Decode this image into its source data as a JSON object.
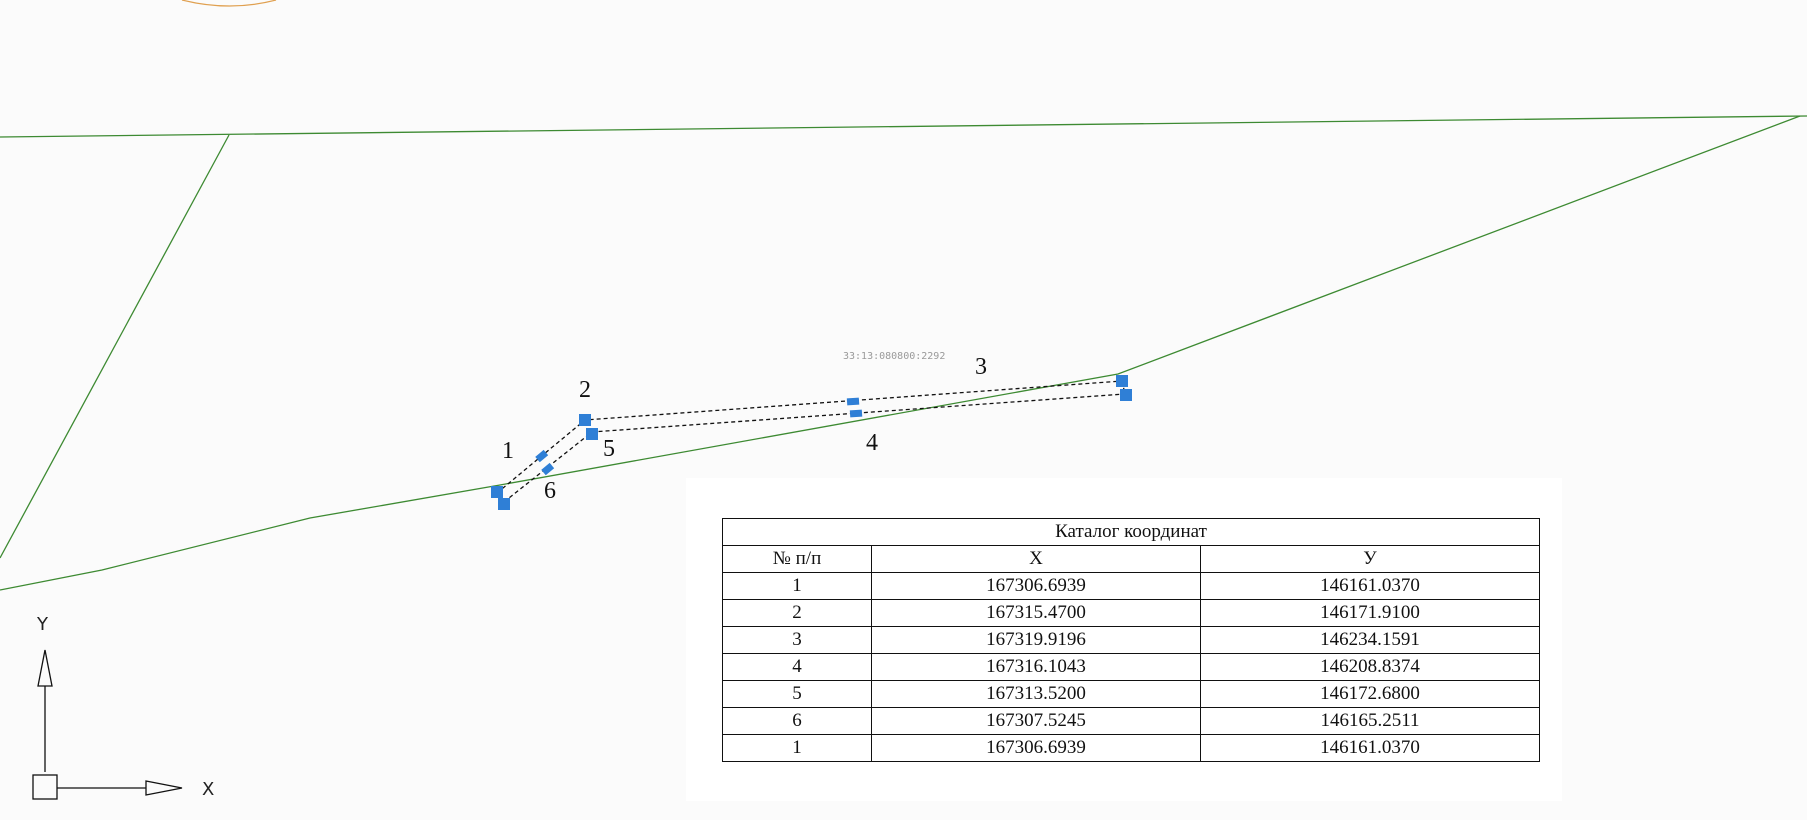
{
  "drawing": {
    "parcel_id": "33:13:080800:2292",
    "point_labels": [
      "1",
      "2",
      "3",
      "4",
      "5",
      "6"
    ],
    "colors": {
      "boundary_line": "#3d8a32",
      "vertex_marker": "#2f7fd6",
      "dashed_outline": "#111111",
      "arc": "#e0a050"
    },
    "ucs": {
      "y_label": "Y",
      "x_label": "X"
    }
  },
  "catalog": {
    "title": "Каталог координат",
    "headers": [
      "№ п/п",
      "X",
      "У"
    ],
    "rows": [
      [
        "1",
        "167306.6939",
        "146161.0370"
      ],
      [
        "2",
        "167315.4700",
        "146171.9100"
      ],
      [
        "3",
        "167319.9196",
        "146234.1591"
      ],
      [
        "4",
        "167316.1043",
        "146208.8374"
      ],
      [
        "5",
        "167313.5200",
        "146172.6800"
      ],
      [
        "6",
        "167307.5245",
        "146165.2511"
      ],
      [
        "1",
        "167306.6939",
        "146161.0370"
      ]
    ]
  }
}
